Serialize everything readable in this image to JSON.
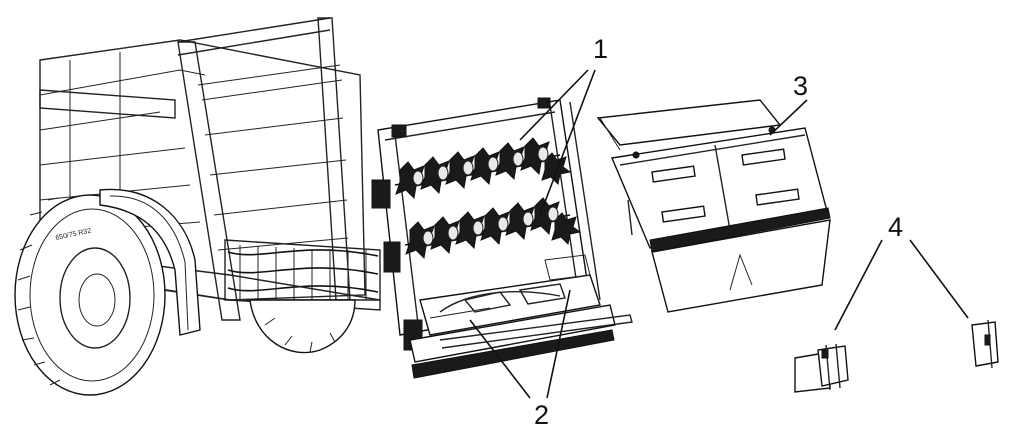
{
  "tire_marking": "650/75 R32",
  "callouts": [
    {
      "id": "1",
      "text": "1"
    },
    {
      "id": "2",
      "text": "2"
    },
    {
      "id": "3",
      "text": "3"
    },
    {
      "id": "4",
      "text": "4"
    }
  ]
}
